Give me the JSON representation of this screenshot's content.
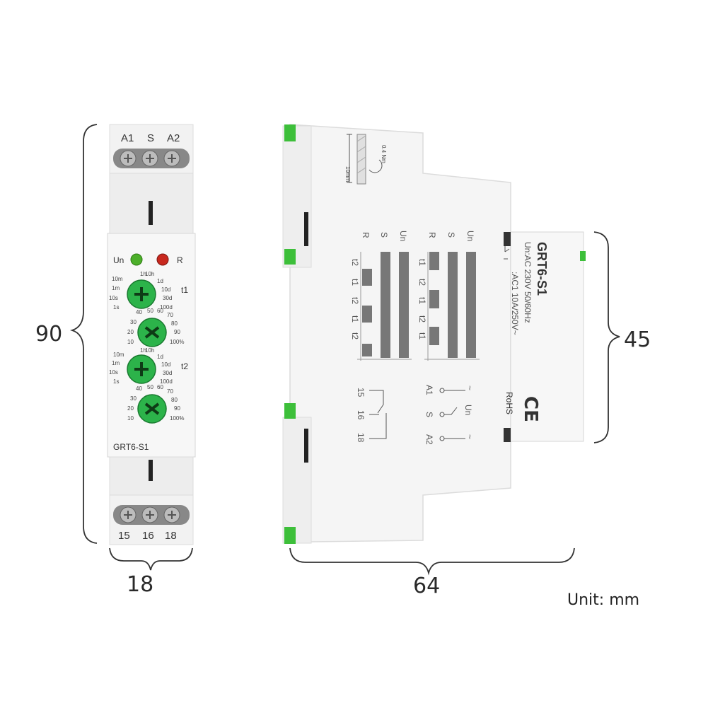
{
  "dimensions": {
    "height": "90",
    "width": "18",
    "depth": "64",
    "front_height": "45"
  },
  "unit_label": "Unit: mm",
  "front": {
    "top_terminals": [
      "A1",
      "S",
      "A2"
    ],
    "bottom_terminals": [
      "15",
      "16",
      "18"
    ],
    "led_un": "Un",
    "led_r": "R",
    "model": "GRT6-S1",
    "t1_label": "t1",
    "t2_label": "t2",
    "range_left": [
      "10m",
      "1m",
      "10s",
      "1s"
    ],
    "range_top": [
      "1h",
      "10h"
    ],
    "range_right": [
      "1d",
      "10d",
      "30d",
      "100d"
    ],
    "pct_top": [
      "40",
      "50",
      "60",
      "70"
    ],
    "pct_left": [
      "30",
      "20",
      "10"
    ],
    "pct_right": [
      "80",
      "90",
      "100%"
    ]
  },
  "side": {
    "model": "GRT6-S1",
    "rating1": "Un:AC 230V 50/60Hz",
    "rating2": ":AC1 10A/250V~",
    "rohs": "RoHS",
    "ce": "CE",
    "torque": "0.4 Nm",
    "strip": "10mm",
    "timing_headers_left": [
      "R",
      "S",
      "Un"
    ],
    "timing_headers_right": [
      "R",
      "S",
      "Un"
    ],
    "timing_rows_left": [
      "t2",
      "t1",
      "t2",
      "t1",
      "t2"
    ],
    "timing_rows_right": [
      "t1",
      "t2",
      "t1",
      "t2",
      "t1"
    ],
    "contacts": [
      "15",
      "16",
      "18"
    ],
    "supply": [
      "A1",
      "S",
      "A2"
    ],
    "supply_un": "Un",
    "tilde1": "~",
    "tilde2": "~"
  }
}
